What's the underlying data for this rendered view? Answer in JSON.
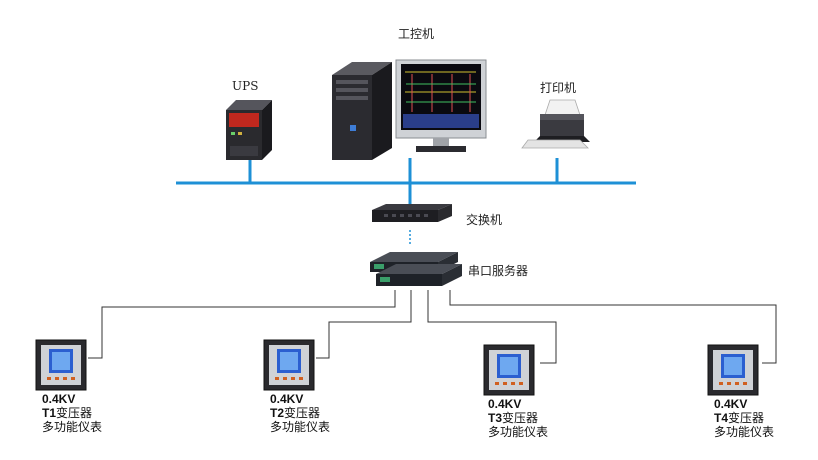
{
  "labels": {
    "ipc": "工控机",
    "ups": "UPS",
    "printer": "打印机",
    "switch": "交换机",
    "serial_server": "串口服务器"
  },
  "meters": [
    {
      "voltage": "0.4KV",
      "tag": "T1",
      "transformer": "变压器",
      "type": "多功能仪表"
    },
    {
      "voltage": "0.4KV",
      "tag": "T2",
      "transformer": "变压器",
      "type": "多功能仪表"
    },
    {
      "voltage": "0.4KV",
      "tag": "T3",
      "transformer": "变压器",
      "type": "多功能仪表"
    },
    {
      "voltage": "0.4KV",
      "tag": "T4",
      "transformer": "变压器",
      "type": "多功能仪表"
    }
  ],
  "colors": {
    "bus": "#1e90d6",
    "wire": "#333333",
    "device_dark": "#2a2a2e",
    "meter_screen": "#2b5fd0",
    "ups_red": "#c0281e"
  }
}
